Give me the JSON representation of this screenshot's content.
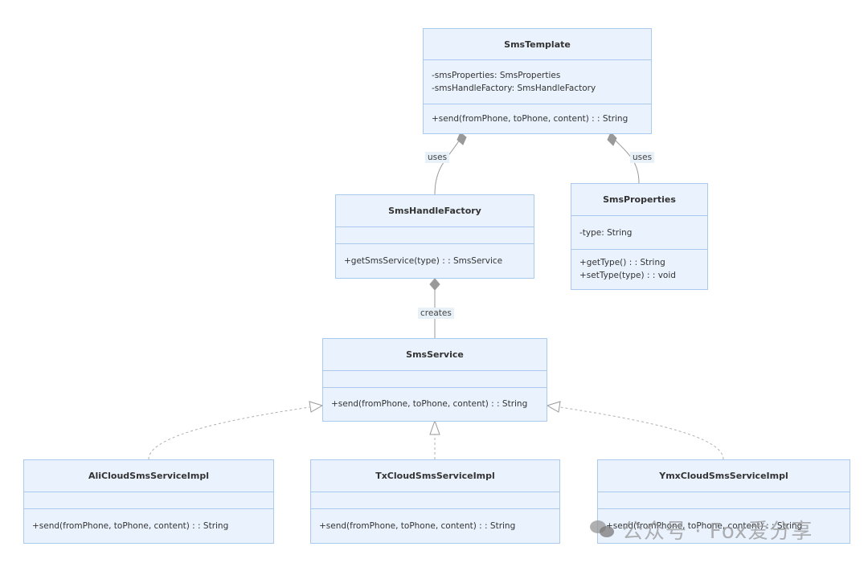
{
  "classes": {
    "sms_template": {
      "name": "SmsTemplate",
      "attributes": [
        "-smsProperties: SmsProperties",
        "-smsHandleFactory: SmsHandleFactory"
      ],
      "methods": [
        "+send(fromPhone, toPhone, content) : : String"
      ]
    },
    "sms_handle_factory": {
      "name": "SmsHandleFactory",
      "attributes": [],
      "methods": [
        "+getSmsService(type) : : SmsService"
      ]
    },
    "sms_properties": {
      "name": "SmsProperties",
      "attributes": [
        "-type: String"
      ],
      "methods": [
        "+getType() : : String",
        "+setType(type) : : void"
      ]
    },
    "sms_service": {
      "name": "SmsService",
      "attributes": [],
      "methods": [
        "+send(fromPhone, toPhone, content) : : String"
      ]
    },
    "ali_impl": {
      "name": "AliCloudSmsServiceImpl",
      "attributes": [],
      "methods": [
        "+send(fromPhone, toPhone, content) : : String"
      ]
    },
    "tx_impl": {
      "name": "TxCloudSmsServiceImpl",
      "attributes": [],
      "methods": [
        "+send(fromPhone, toPhone, content) : : String"
      ]
    },
    "ymx_impl": {
      "name": "YmxCloudSmsServiceImpl",
      "attributes": [],
      "methods": [
        "+send(fromPhone, toPhone, content) : : String"
      ]
    }
  },
  "relations": {
    "template_factory": {
      "label": "uses",
      "kind": "composition"
    },
    "template_properties": {
      "label": "uses",
      "kind": "composition"
    },
    "factory_service": {
      "label": "creates",
      "kind": "aggregation"
    },
    "ali_service": {
      "label": "",
      "kind": "realization"
    },
    "tx_service": {
      "label": "",
      "kind": "realization"
    },
    "ymx_service": {
      "label": "",
      "kind": "realization"
    }
  },
  "colors": {
    "box_fill": "#eaf3fd",
    "box_border": "#a9c9ee",
    "edge": "#999999",
    "edge_dashed": "#b0b0b0"
  },
  "watermark": {
    "text": "公众号 · Fox爱分享",
    "icon": "wechat-icon"
  }
}
